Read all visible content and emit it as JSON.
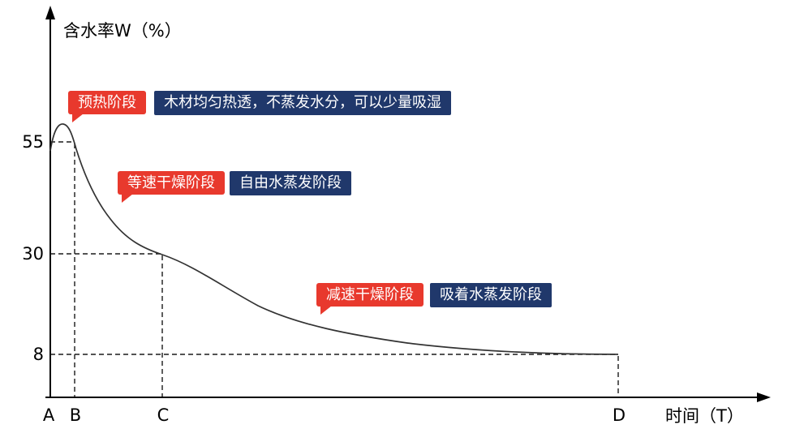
{
  "axes": {
    "y_label": "含水率W（%）",
    "x_label": "时间（T）",
    "y_ticks": [
      "55",
      "30",
      "8"
    ],
    "x_points": [
      "A",
      "B",
      "C",
      "D"
    ]
  },
  "annotations": {
    "preheat": {
      "stage": "预热阶段",
      "desc": "木材均匀热透，不蒸发水分，可以少量吸湿"
    },
    "constant": {
      "stage": "等速干燥阶段",
      "desc": "自由水蒸发阶段"
    },
    "falling": {
      "stage": "减速干燥阶段",
      "desc": "吸着水蒸发阶段"
    }
  },
  "colors": {
    "stage_label_bg": "#e8392d",
    "desc_label_bg": "#20386b",
    "curve": "#333333",
    "axis": "#000000"
  },
  "chart_data": {
    "type": "line",
    "title": "",
    "xlabel": "时间（T）",
    "ylabel": "含水率W（%）",
    "x_categories": [
      "A",
      "B",
      "C",
      "D"
    ],
    "y_ticks": [
      55,
      30,
      8
    ],
    "key_points": [
      {
        "x": "A",
        "moisture_pct": 55
      },
      {
        "x": "B",
        "moisture_pct": 55
      },
      {
        "x": "C",
        "moisture_pct": 30
      },
      {
        "x": "D",
        "moisture_pct": 8
      }
    ],
    "series": [
      {
        "name": "含水率W（%）",
        "x": [
          "A",
          "B",
          "C",
          "D"
        ],
        "values": [
          55,
          55,
          30,
          8
        ]
      }
    ],
    "stages": [
      {
        "range": "A-B",
        "stage": "预热阶段",
        "description": "木材均匀热透，不蒸发水分，可以少量吸湿"
      },
      {
        "range": "B-C",
        "stage": "等速干燥阶段",
        "description": "自由水蒸发阶段"
      },
      {
        "range": "C-D",
        "stage": "减速干燥阶段",
        "description": "吸着水蒸发阶段"
      }
    ],
    "grid": false,
    "legend": false
  }
}
